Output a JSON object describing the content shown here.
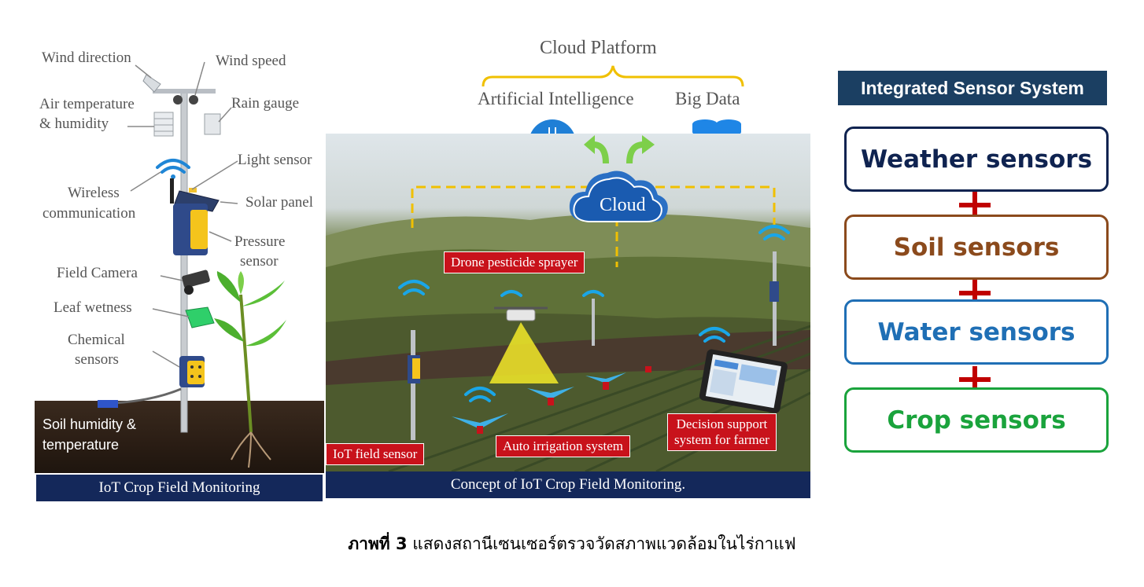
{
  "left_panel": {
    "labels": {
      "wind_direction": "Wind direction",
      "wind_speed": "Wind speed",
      "air_temperature": "Air temperature",
      "humidity": "& humidity",
      "rain_gauge": "Rain gauge",
      "light_sensor": "Light sensor",
      "wireless_1": "Wireless",
      "wireless_2": "communication",
      "solar_panel": "Solar panel",
      "pressure_1": "Pressure",
      "pressure_2": "sensor",
      "field_camera": "Field Camera",
      "leaf_wetness": "Leaf wetness",
      "chemical_1": "Chemical",
      "chemical_2": "sensors",
      "soil_1": "Soil humidity &",
      "soil_2": "temperature"
    },
    "caption": "IoT Crop Field Monitoring"
  },
  "center_panel": {
    "cloud_platform": "Cloud Platform",
    "artificial_intelligence": "Artificial Intelligence",
    "big_data": "Big Data",
    "cloud": "Cloud",
    "labels": {
      "drone": "Drone pesticide sprayer",
      "iot_field_sensor": "IoT field sensor",
      "auto_irrigation": "Auto irrigation system",
      "decision_1": "Decision support",
      "decision_2": "system for farmer"
    },
    "caption": "Concept of IoT Crop Field Monitoring."
  },
  "right_panel": {
    "title": "Integrated Sensor System",
    "boxes": [
      {
        "label": "Weather sensors",
        "color": "#0f2350"
      },
      {
        "label": "Soil sensors",
        "color": "#8b4a1c"
      },
      {
        "label": "Water sensors",
        "color": "#1f6fb5"
      },
      {
        "label": "Crop sensors",
        "color": "#1aa33c"
      }
    ],
    "plus_color": "#c00000"
  },
  "figure_caption": {
    "prefix": "ภาพที่ 3",
    "text": " แสดงสถานีเซนเซอร์ตรวจวัดสภาพแวดล้อมในไร่กาแฟ"
  }
}
